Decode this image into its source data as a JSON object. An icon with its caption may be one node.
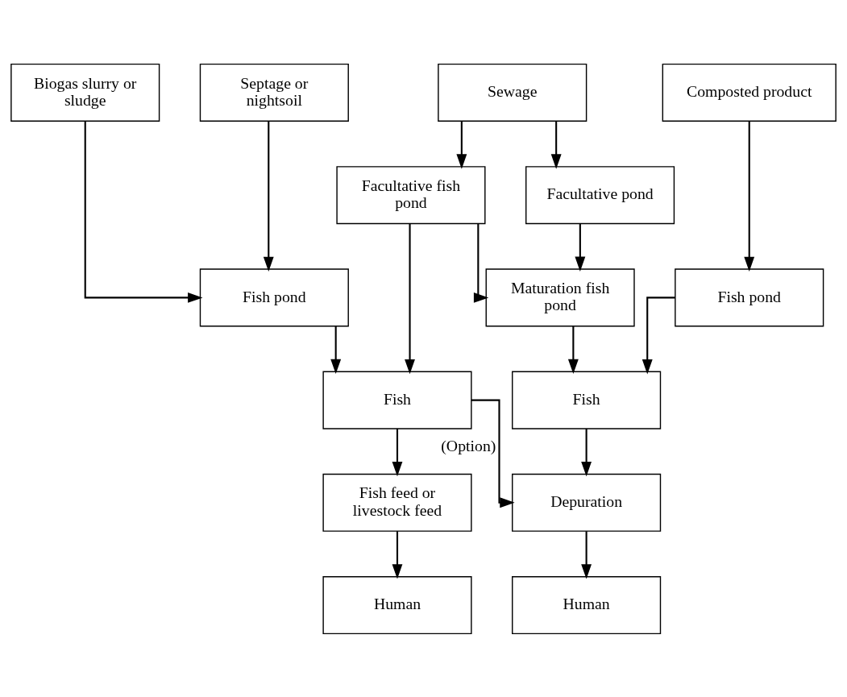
{
  "diagram": {
    "nodes": [
      {
        "text": [
          "Biogas slurry or sludge"
        ]
      },
      {
        "text": [
          "Septage or nightsoil"
        ]
      },
      {
        "text": [
          "Sewage"
        ]
      },
      {
        "text": [
          "Composted product"
        ]
      },
      {
        "text": [
          "Facultative fish pond"
        ]
      },
      {
        "text": [
          "Facultative pond"
        ]
      },
      {
        "text": [
          "Fish pond"
        ]
      },
      {
        "text": [
          "Maturation fish pond"
        ]
      },
      {
        "text": [
          "Fish pond"
        ]
      },
      {
        "text": [
          "Fish"
        ]
      },
      {
        "text": [
          "Fish"
        ]
      },
      {
        "text": [
          "Fish feed or livestock feed"
        ]
      },
      {
        "text": [
          "Depuration"
        ]
      },
      {
        "text": [
          "Human"
        ]
      },
      {
        "text": [
          "Human"
        ]
      }
    ],
    "edges": [
      {
        "from": 0,
        "to": 6,
        "arrow": "to"
      },
      {
        "from": 1,
        "to": 6,
        "arrow": "to"
      },
      {
        "from": 2,
        "to": 4,
        "arrow": "to"
      },
      {
        "from": 2,
        "to": 5,
        "arrow": "to"
      },
      {
        "from": 4,
        "to": 9,
        "arrow": "to"
      },
      {
        "from": 4,
        "to": 7,
        "arrow": "to"
      },
      {
        "from": 5,
        "to": 7,
        "arrow": "to"
      },
      {
        "from": 3,
        "to": 8,
        "arrow": "to"
      },
      {
        "from": 6,
        "to": 9,
        "arrow": "to"
      },
      {
        "from": 7,
        "to": 10,
        "arrow": "to"
      },
      {
        "from": 8,
        "to": 10,
        "arrow": "to"
      },
      {
        "from": 9,
        "to": 11,
        "arrow": "to"
      },
      {
        "from": 9,
        "to": 12,
        "arrow": "to",
        "label": "(Option)"
      },
      {
        "from": 10,
        "to": 12,
        "arrow": "to"
      },
      {
        "from": 11,
        "to": 13,
        "arrow": "to"
      },
      {
        "from": 12,
        "to": 14,
        "arrow": "to"
      }
    ]
  }
}
